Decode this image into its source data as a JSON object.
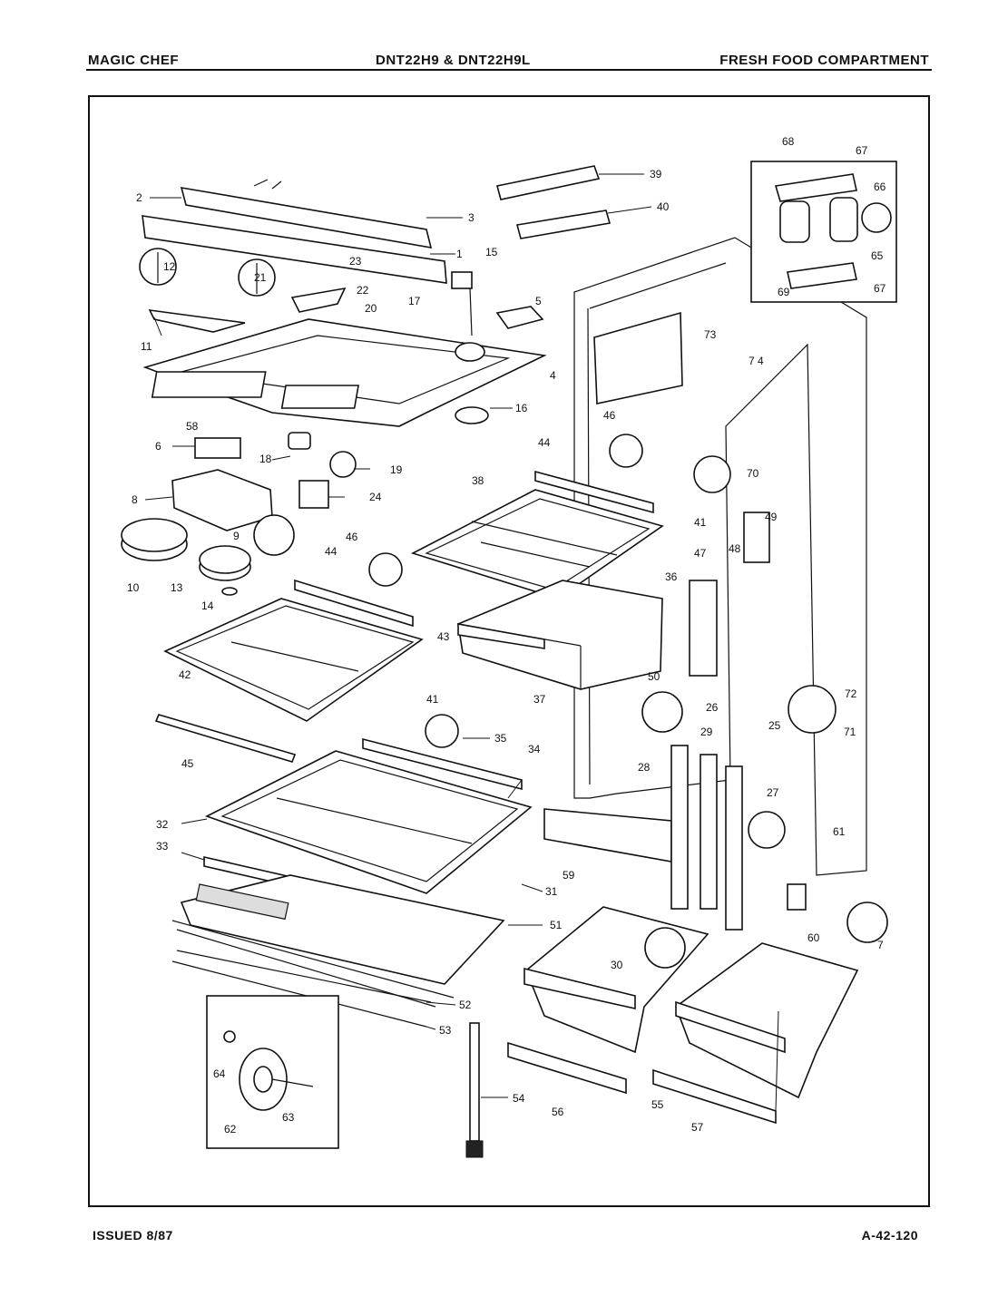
{
  "header": {
    "brand": "MAGIC CHEF",
    "models": "DNT22H9 & DNT22H9L",
    "section": "FRESH FOOD COMPARTMENT"
  },
  "footer": {
    "issued": "ISSUED 8/87",
    "code": "A-42-120"
  },
  "callouts": [
    "1",
    "2",
    "3",
    "4",
    "5",
    "6",
    "7",
    "8",
    "9",
    "10",
    "11",
    "12",
    "13",
    "14",
    "15",
    "16",
    "17",
    "18",
    "19",
    "20",
    "21",
    "22",
    "23",
    "24",
    "25",
    "26",
    "27",
    "28",
    "29",
    "30",
    "31",
    "32",
    "33",
    "34",
    "35",
    "36",
    "37",
    "38",
    "39",
    "40",
    "41",
    "41",
    "42",
    "43",
    "44",
    "44",
    "45",
    "46",
    "46",
    "47",
    "48",
    "49",
    "50",
    "51",
    "52",
    "53",
    "54",
    "55",
    "56",
    "57",
    "58",
    "59",
    "60",
    "61",
    "62",
    "63",
    "64",
    "65",
    "66",
    "67",
    "67",
    "68",
    "69",
    "70",
    "71",
    "72",
    "73",
    "7 4"
  ]
}
